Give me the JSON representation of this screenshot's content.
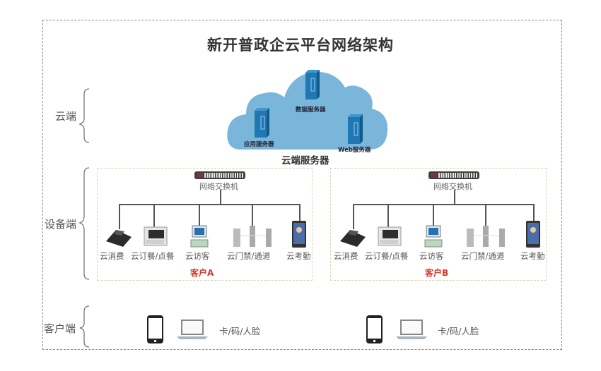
{
  "title": "新开普政企云平台网络架构",
  "tiers": {
    "cloud": "云端",
    "device": "设备端",
    "client": "客户端"
  },
  "cloud": {
    "caption": "云端服务器",
    "color": "#6aaed6",
    "servers": [
      {
        "icon": "server-icon",
        "label": "数据服务器"
      },
      {
        "icon": "server-icon",
        "label": "应用服务器"
      },
      {
        "icon": "server-icon",
        "label": "Web服务器"
      }
    ]
  },
  "groups": [
    {
      "customer": "客户A",
      "switch_label": "网络交换机",
      "devices": [
        {
          "icon": "payment-terminal-icon",
          "label": "云消费"
        },
        {
          "icon": "ordering-terminal-icon",
          "label": "云订餐/点餐"
        },
        {
          "icon": "visitor-kiosk-icon",
          "label": "云访客"
        },
        {
          "icon": "turnstile-gate-icon",
          "label": "云门禁/通道"
        },
        {
          "icon": "attendance-device-icon",
          "label": "云考勤"
        }
      ]
    },
    {
      "customer": "客户B",
      "switch_label": "网络交换机",
      "devices": [
        {
          "icon": "payment-terminal-icon",
          "label": "云消费"
        },
        {
          "icon": "ordering-terminal-icon",
          "label": "云订餐/点餐"
        },
        {
          "icon": "visitor-kiosk-icon",
          "label": "云访客"
        },
        {
          "icon": "turnstile-gate-icon",
          "label": "云门禁/通道"
        },
        {
          "icon": "attendance-device-icon",
          "label": "云考勤"
        }
      ]
    }
  ],
  "clients": [
    {
      "phone_icon": "smartphone-icon",
      "laptop_icon": "laptop-icon",
      "text": "卡/码/人脸"
    },
    {
      "phone_icon": "smartphone-icon",
      "laptop_icon": "laptop-icon",
      "text": "卡/码/人脸"
    }
  ],
  "colors": {
    "customer_label": "#d9362b",
    "server": "#1f78b4",
    "switch": "#3d3d3d"
  }
}
